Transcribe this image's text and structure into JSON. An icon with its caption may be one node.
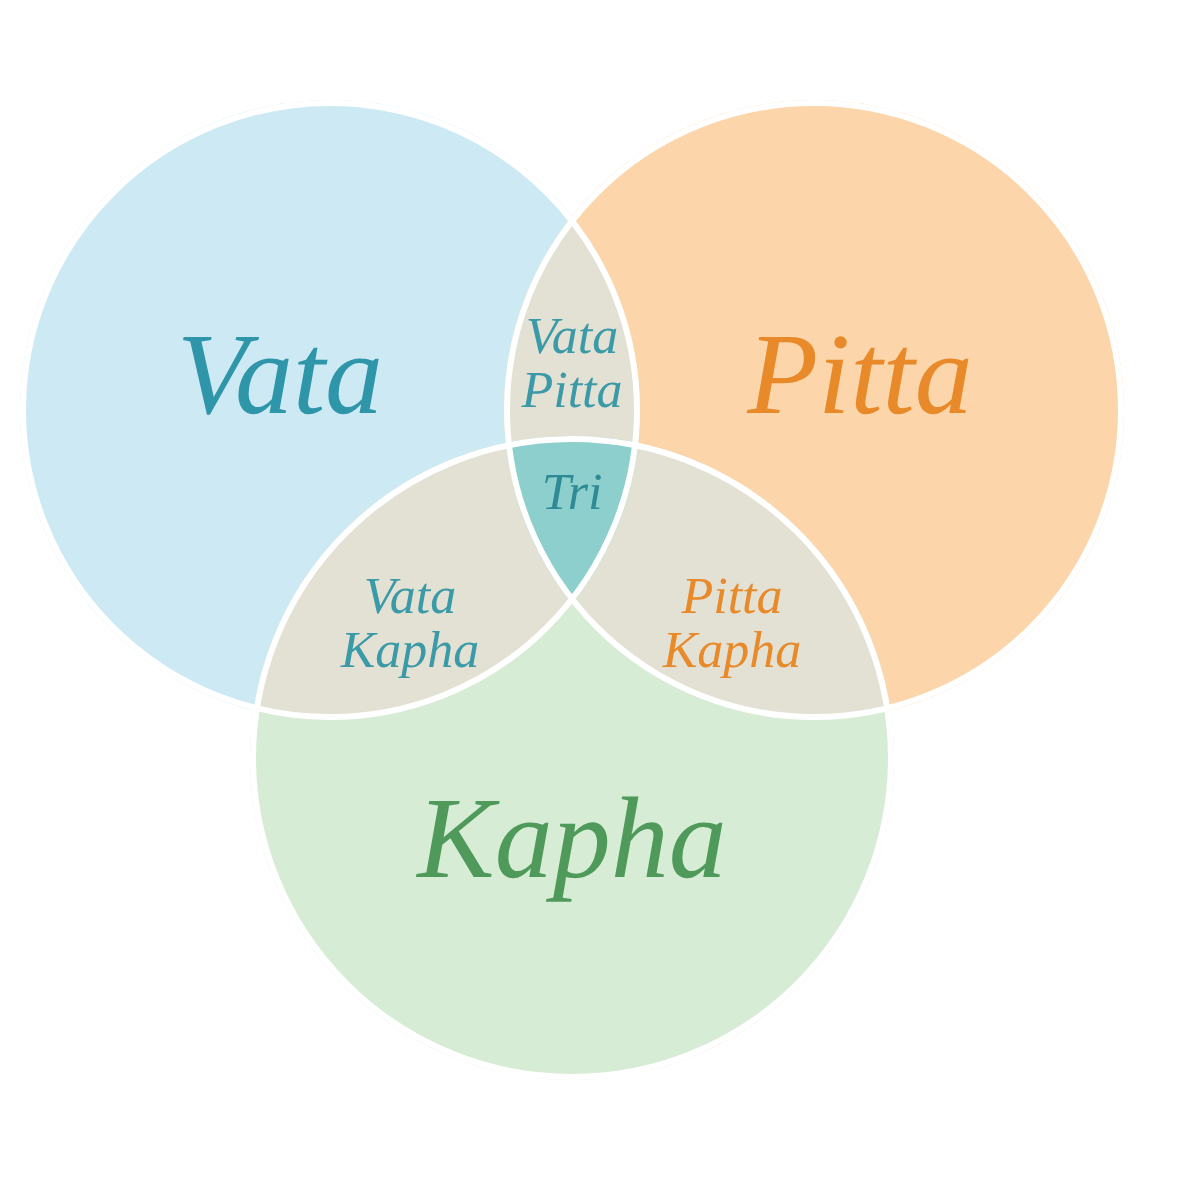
{
  "diagram": {
    "nodes": [
      {
        "text": [
          "Vata"
        ]
      },
      {
        "text": [
          "Vata Pitta"
        ]
      },
      {
        "text": [
          "Pitta"
        ]
      },
      {
        "text": [
          "Tri"
        ]
      },
      {
        "text": [
          "Vata Kapha"
        ]
      },
      {
        "text": [
          "Pitta Kapha"
        ]
      },
      {
        "text": [
          "Kapha"
        ]
      }
    ]
  }
}
